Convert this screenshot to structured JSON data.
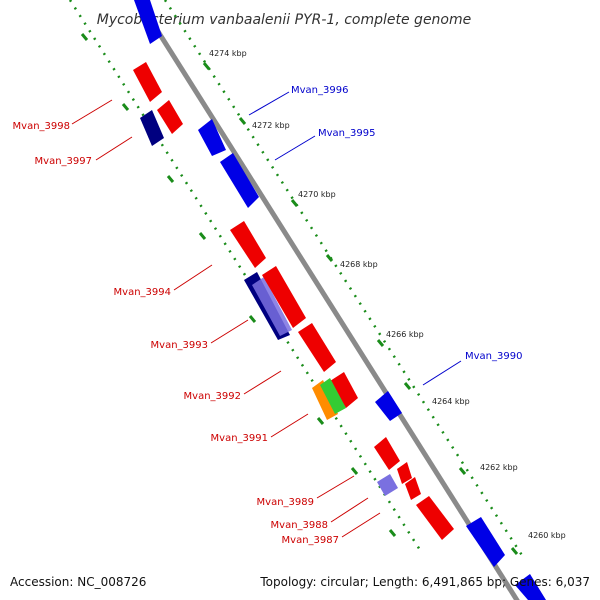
{
  "title": "Mycobacterium vanbaalenii PYR-1, complete genome",
  "footer": {
    "accession": "Accession: NC_008726",
    "summary": "Topology: circular; Length: 6,491,865 bp; Genes: 6,037"
  },
  "colors": {
    "forward_strand": "#ff0000",
    "reverse_strand": "#0000ff",
    "ruler_dots": "#1a8c1a",
    "backbone": "#777777",
    "label_forward": "#cc0000",
    "label_reverse": "#0000cc"
  },
  "scale_ticks": [
    {
      "label": "4274 kbp"
    },
    {
      "label": "4272 kbp"
    },
    {
      "label": "4270 kbp"
    },
    {
      "label": "4268 kbp"
    },
    {
      "label": "4266 kbp"
    },
    {
      "label": "4264 kbp"
    },
    {
      "label": "4262 kbp"
    },
    {
      "label": "4260 kbp"
    }
  ],
  "gene_labels_forward": [
    {
      "label": "Mvan_3998"
    },
    {
      "label": "Mvan_3997"
    },
    {
      "label": "Mvan_3994"
    },
    {
      "label": "Mvan_3993"
    },
    {
      "label": "Mvan_3992"
    },
    {
      "label": "Mvan_3991"
    },
    {
      "label": "Mvan_3989"
    },
    {
      "label": "Mvan_3988"
    },
    {
      "label": "Mvan_3987"
    }
  ],
  "gene_labels_reverse": [
    {
      "label": "Mvan_3996"
    },
    {
      "label": "Mvan_3995"
    },
    {
      "label": "Mvan_3990"
    }
  ]
}
